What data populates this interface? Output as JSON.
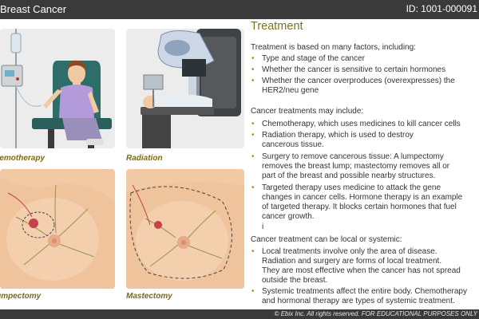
{
  "header": {
    "title": "Breast Cancer",
    "doc_id": "ID: 1001-000091"
  },
  "footer": {
    "copyright": "© Ebix Inc. All rights reserved. FOR EDUCATIONAL PURPOSES ONLY"
  },
  "figures": [
    {
      "caption": "Chemotherapy"
    },
    {
      "caption": "Radiation"
    },
    {
      "caption": "Lumpectomy"
    },
    {
      "caption": "Mastectomy"
    }
  ],
  "section": {
    "heading": "Treatment",
    "intro": "Treatment is based on many factors, including:",
    "factors": [
      [
        "Type and stage of the cancer"
      ],
      [
        "Whether the cancer is sensitive to certain hormones"
      ],
      [
        "Whether the cancer overproduces (overexpresses) the",
        "HER2/neu gene"
      ]
    ],
    "treatments_intro": "Cancer treatments may include:",
    "treatments": [
      [
        "Chemotherapy, which uses medicines to kill cancer cells"
      ],
      [
        "Radiation therapy, which is used to destroy",
        "cancerous tissue."
      ],
      [
        "Surgery to remove cancerous tissue: A lumpectomy",
        "removes the breast lump; mastectomy removes all or",
        "part of the breast and possible nearby structures."
      ],
      [
        "Targeted therapy uses medicine to attack the gene",
        "changes in cancer cells. Hormone therapy is an example",
        "of targeted therapy. It blocks certain hormones that fuel",
        "cancer growth."
      ]
    ],
    "stray_char": "i",
    "local_intro": "Cancer treatment can be local or systemic:",
    "local_systemic": [
      [
        "Local treatments involve only the area of disease.",
        "Radiation and surgery are forms of local treatment.",
        "They are most effective when the cancer has not spread",
        "outside the breast."
      ],
      [
        "Systemic treatments affect the entire body. Chemotherapy",
        "and hormonal therapy are types of systemic treatment."
      ]
    ]
  },
  "colors": {
    "header_bg": "#3a3a3a",
    "heading": "#7a7322",
    "bullet": "#8a9a2c",
    "caption": "#7a6a14",
    "skin": "#f2c9a5"
  }
}
